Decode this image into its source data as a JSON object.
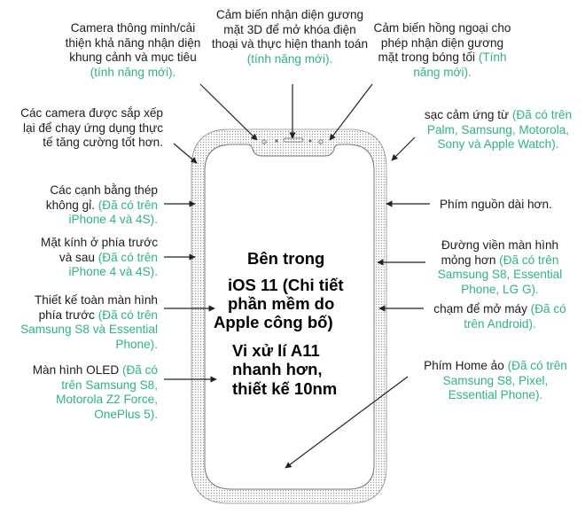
{
  "colors": {
    "note": "#2fb383",
    "text": "#1c1c1c",
    "stipple": "#9a9a9a"
  },
  "labels": {
    "camera_smart": {
      "text": "Camera thông minh/cải thiện khả năng nhận diện khung cảnh và mục tiêu",
      "note": "(tính năng mới)."
    },
    "face_sensor": {
      "text": "Cảm biến nhận diện gương mặt 3D để mở khóa điện thoại và thực hiện thanh toán",
      "note": "(tính năng mới)."
    },
    "ir_sensor": {
      "text": "Cảm biến hồng ngoại cho phép nhận diện gương mặt trong bóng tối",
      "note": "(Tính năng mới)."
    },
    "camera_layout": {
      "text": "Các camera được sắp xếp lại để chạy ứng dụng thực tế tăng cường tốt hơn.",
      "note": ""
    },
    "wireless_charge": {
      "text": "sạc cảm ứng từ",
      "note": "(Đã có trên Palm, Samsung, Motorola, Sony và Apple Watch)."
    },
    "steel_edges": {
      "text": "Các cạnh bằng thép không gỉ.",
      "note": "(Đã có trên iPhone 4 và 4S)."
    },
    "power_key": {
      "text": "Phím nguồn dài hơn.",
      "note": ""
    },
    "glass": {
      "text": "Mặt kính ở phía trước và sau",
      "note": "(Đã có trên iPhone 4 và 4S)."
    },
    "bezel": {
      "text": "Đường viền màn hình mỏng hơn",
      "note": "(Đã có trên Samsung S8, Essential Phone, LG G)."
    },
    "full_front": {
      "text": "Thiết kế toàn màn hình phía trước",
      "note": "(Đã có trên Samsung S8 và Essential Phone)."
    },
    "tap_wake": {
      "text": "chạm để mở máy",
      "note": "(Đã có trên Android)."
    },
    "oled": {
      "text": "Màn hình OLED",
      "note": "(Đã có trên Samsung S8, Motorola Z2 Force, OnePlus 5)."
    },
    "home_key": {
      "text": "Phím Home ảo",
      "note": "(Đã có trên Samsung S8, Pixel, Essential Phone)."
    }
  },
  "center": {
    "ios_line1": "Bên trong",
    "ios_line2": "iOS 11 (Chi tiết",
    "ios_line3": "phần mềm do",
    "ios_line4": "Apple công bố)",
    "a11_line1": "Vi xử lí A11",
    "a11_line2": "nhanh hơn,",
    "a11_line3": "thiết kế 10nm"
  }
}
